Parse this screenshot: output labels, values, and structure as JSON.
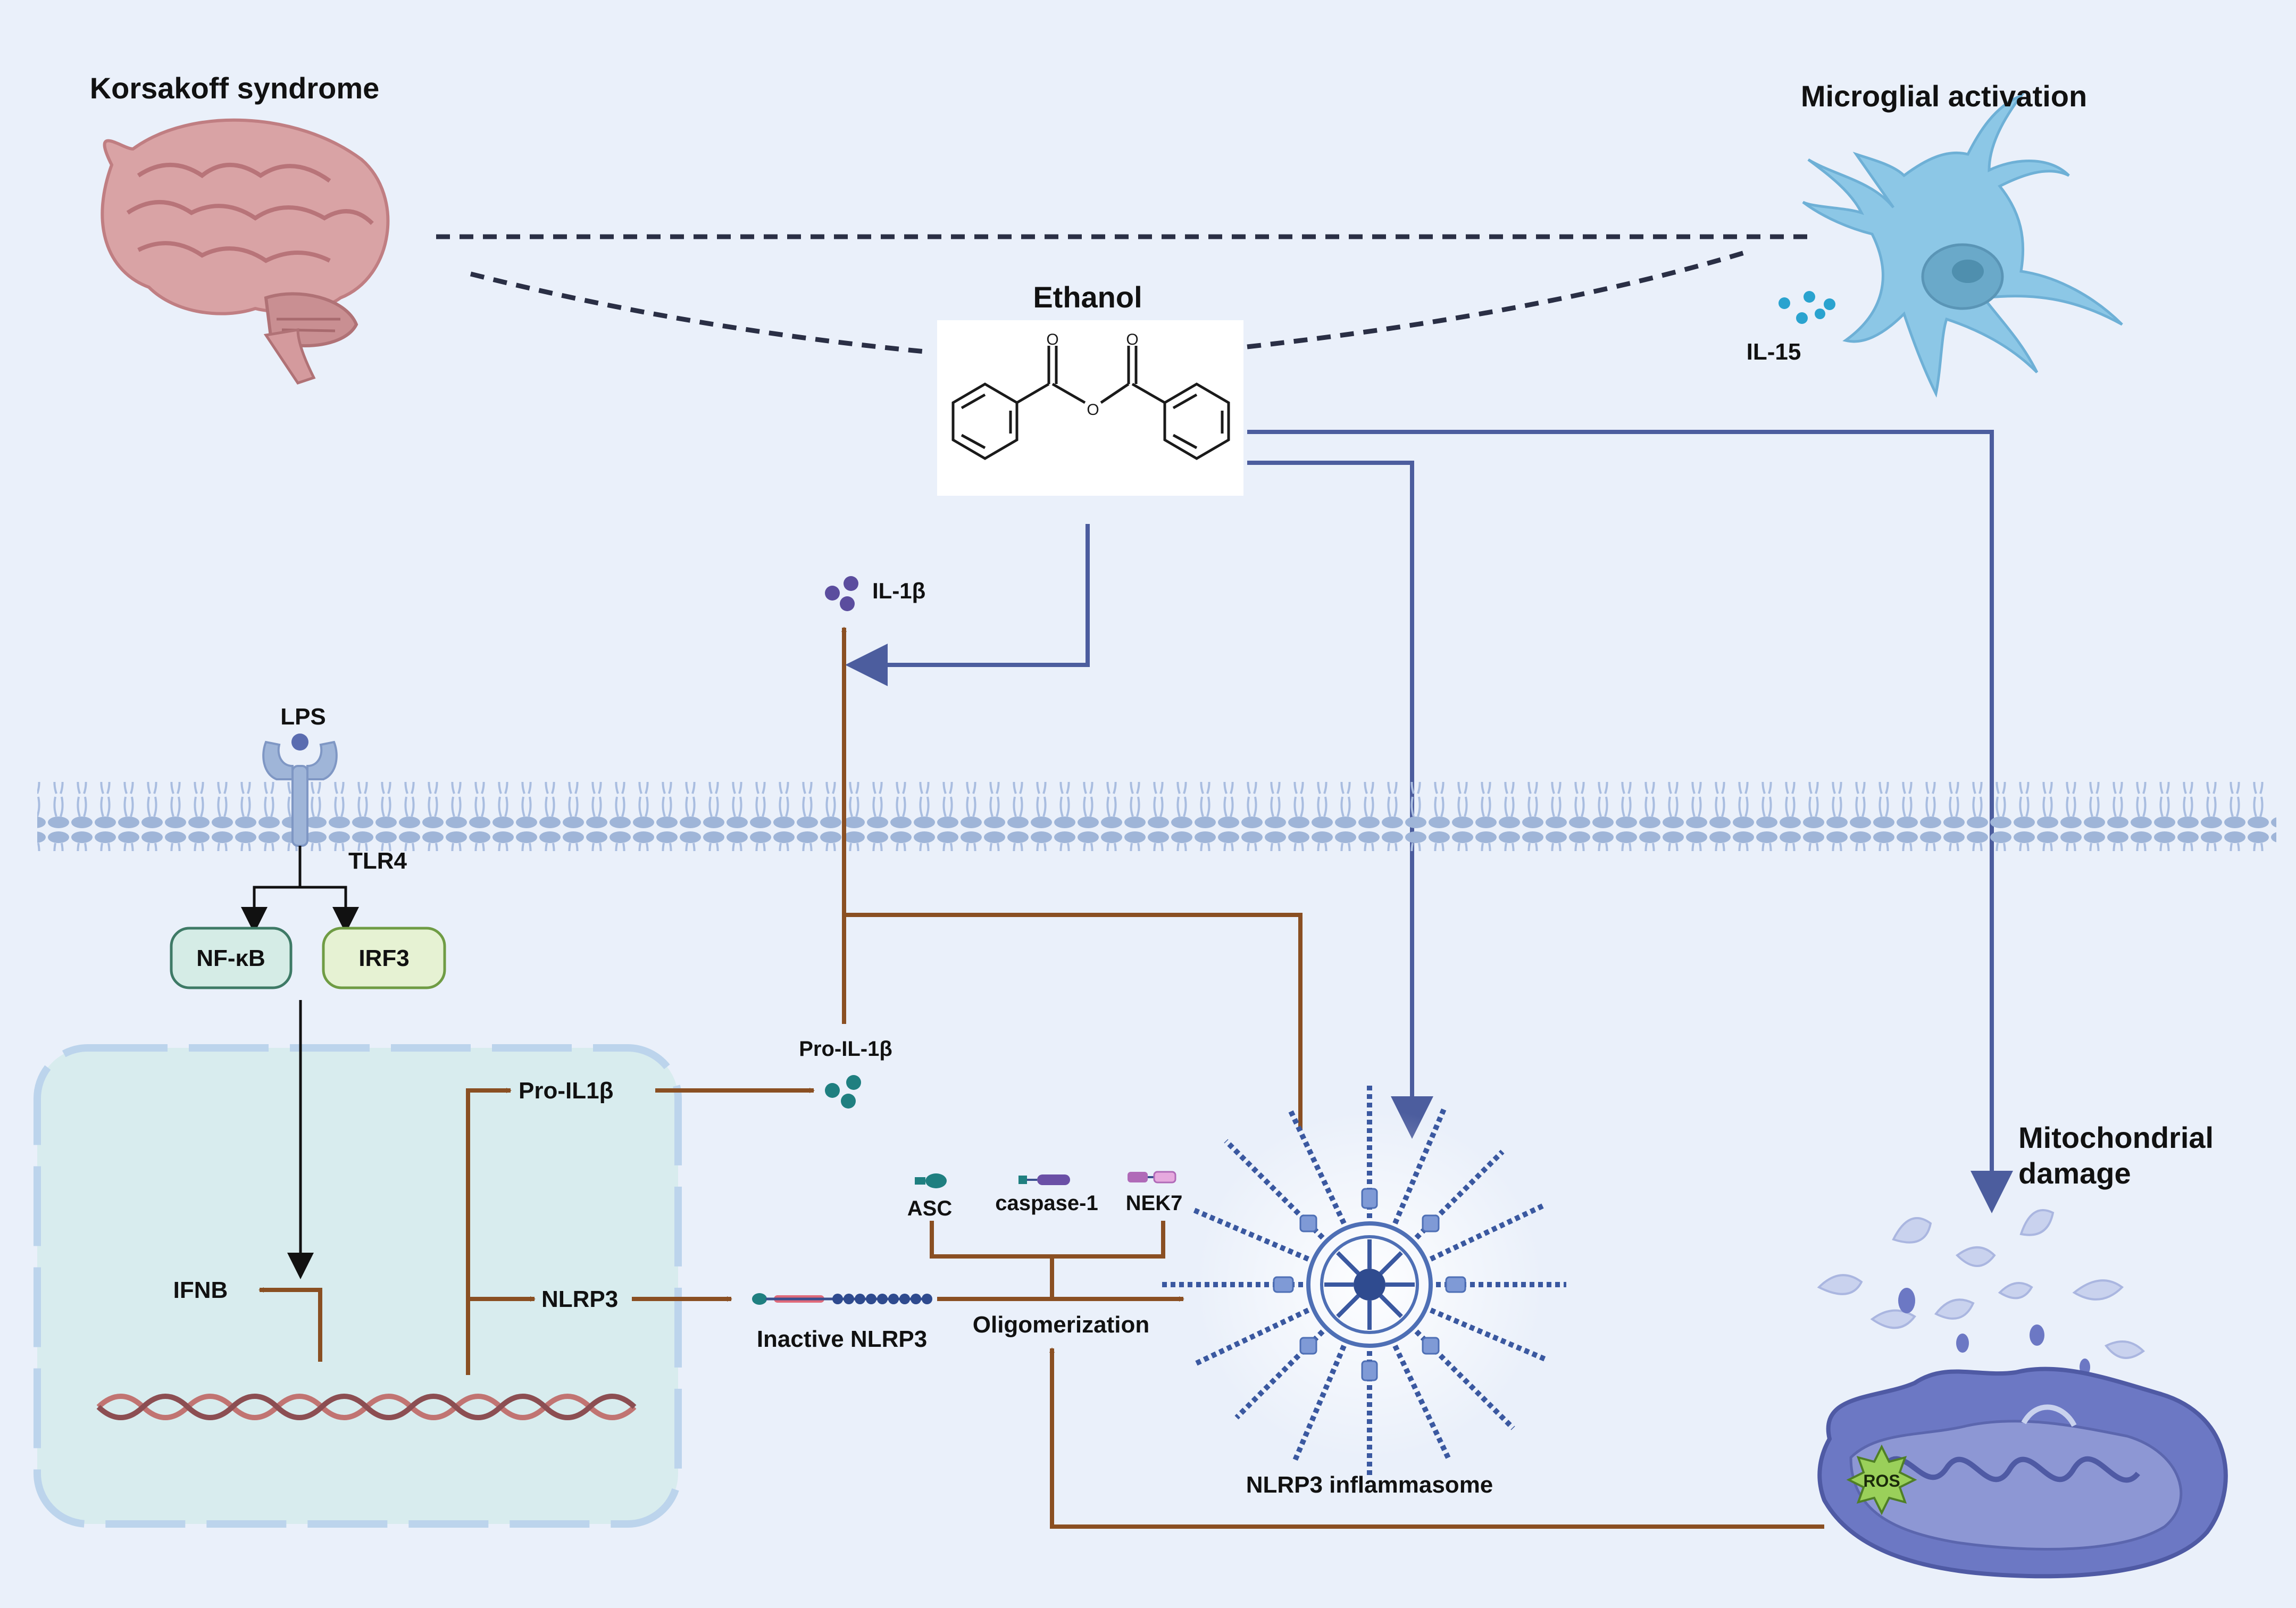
{
  "labels": {
    "korsakoff": "Korsakoff syndrome",
    "microglial": "Microglial activation",
    "ethanol": "Ethanol",
    "il15": "IL-15",
    "il1b": "IL-1β",
    "lps": "LPS",
    "tlr4": "TLR4",
    "nfkb": "NF-κB",
    "irf3": "IRF3",
    "pro_il1b_top": "Pro-IL-1β",
    "pro_il1b_nuc": "Pro-IL1β",
    "nlrp3": "NLRP3",
    "ifnb": "IFNB",
    "inactive_nlrp3": "Inactive NLRP3",
    "oligomerization": "Oligomerization",
    "asc": "ASC",
    "caspase1": "caspase-1",
    "nek7": "NEK7",
    "inflammasome": "NLRP3 inflammasome",
    "mito_line1": "Mitochondrial",
    "mito_line2": "damage",
    "ros": "ROS"
  },
  "colors": {
    "background": "#eaf0fa",
    "brown_arrow": "#8a4f22",
    "blue_arrow": "#4c5d9e",
    "black_arrow": "#111111",
    "nfkb_fill": "#d5ece6",
    "nfkb_stroke": "#3e7a66",
    "irf3_fill": "#e6f2d3",
    "irf3_stroke": "#6f9c44",
    "nucleus_fill": "#d8ecee",
    "nucleus_stroke": "#bcd4ec",
    "membrane": "#9fb5d8",
    "brain": "#d9a3a5",
    "microglia": "#8cc7e6",
    "mitochondria": "#6c78c4",
    "ros": "#9ad05a",
    "inflammasome": "#4e6fb5",
    "il1b_dots": "#5b4d9e",
    "pro_il1b_dots": "#1f7f80",
    "il15_dots": "#2aa3cf"
  }
}
